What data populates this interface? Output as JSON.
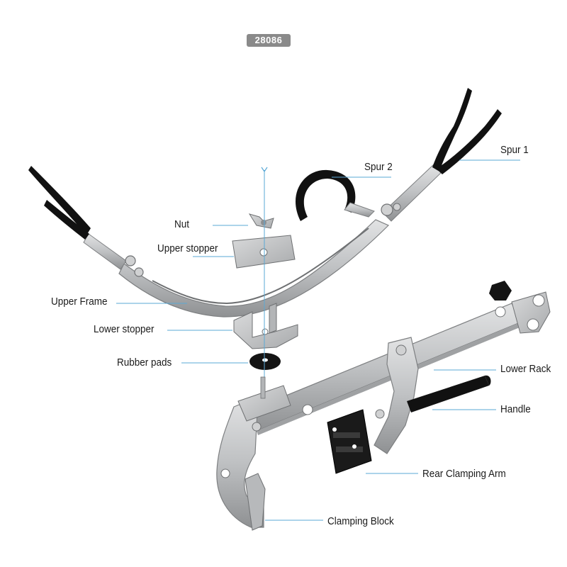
{
  "product_code": "28086",
  "labels": {
    "spur_1": "Spur 1",
    "spur_2": "Spur 2",
    "nut": "Nut",
    "upper_stopper": "Upper stopper",
    "upper_frame": "Upper Frame",
    "lower_stopper": "Lower stopper",
    "rubber_pads": "Rubber pads",
    "lower_rack": "Lower Rack",
    "handle": "Handle",
    "rear_clamping_arm": "Rear Clamping Arm",
    "clamping_block": "Clamping Block"
  },
  "colors": {
    "leader_line": "#5aa9d6",
    "steel": "#c4c6c8",
    "steel_dark": "#8e9092",
    "grip": "#111111",
    "badge": "#8a8a8a"
  }
}
